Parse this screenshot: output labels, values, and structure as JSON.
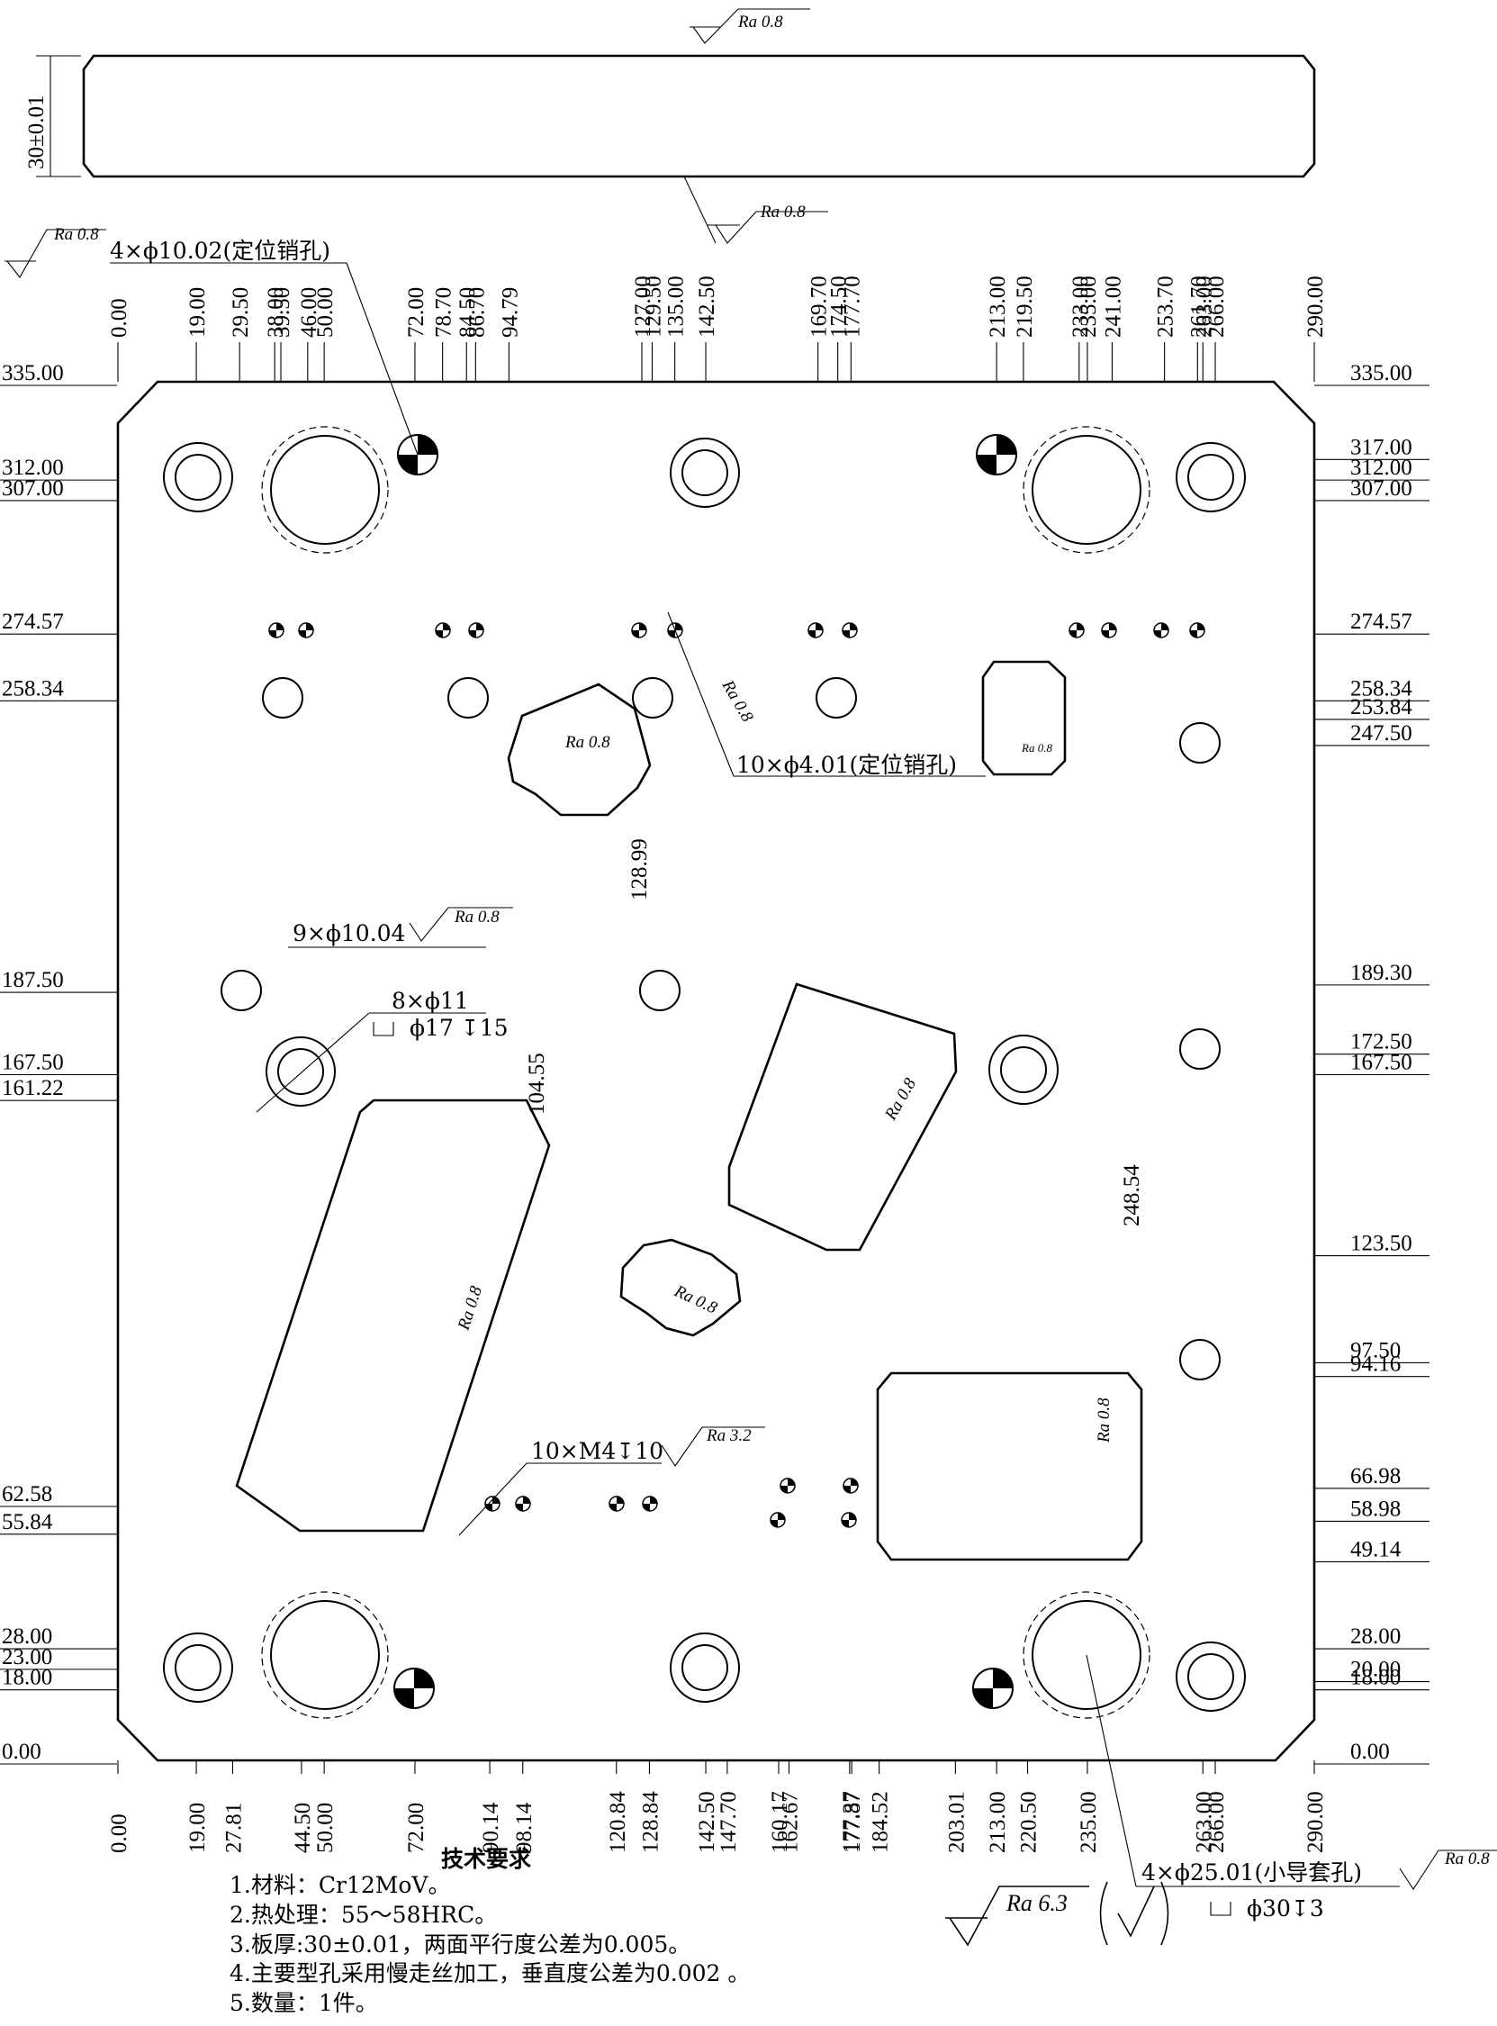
{
  "plate": {
    "side_view": {
      "thickness_dim": "30±0.01",
      "surface_top": "Ra 0.8",
      "surface_bottom": "Ra 0.8"
    },
    "x_dims_top": [
      "0.00",
      "19.00",
      "29.50",
      "38.00",
      "39.50",
      "46.00",
      "50.00",
      "72.00",
      "78.70",
      "84.50",
      "86.70",
      "94.79",
      "127.00",
      "129.50",
      "135.00",
      "142.50",
      "169.70",
      "174.50",
      "177.70",
      "213.00",
      "219.50",
      "233.00",
      "235.00",
      "241.00",
      "253.70",
      "261.70",
      "263.00",
      "266.00",
      "290.00"
    ],
    "x_dims_bottom": [
      "0.00",
      "19.00",
      "27.81",
      "44.50",
      "50.00",
      "72.00",
      "90.14",
      "98.14",
      "120.84",
      "128.84",
      "142.50",
      "147.70",
      "160.17",
      "162.67",
      "177.37",
      "177.87",
      "184.52",
      "203.01",
      "213.00",
      "220.50",
      "235.00",
      "263.00",
      "266.00",
      "290.00"
    ],
    "y_dims_left": [
      "335.00",
      "312.00",
      "307.00",
      "274.57",
      "258.34",
      "187.50",
      "167.50",
      "161.22",
      "62.58",
      "55.84",
      "28.00",
      "23.00",
      "18.00",
      "0.00"
    ],
    "y_dims_right": [
      "335.00",
      "317.00",
      "312.00",
      "307.00",
      "274.57",
      "258.34",
      "253.84",
      "247.50",
      "189.30",
      "172.50",
      "167.50",
      "123.50",
      "97.50",
      "94.16",
      "66.98",
      "58.98",
      "49.14",
      "28.00",
      "20.00",
      "18.00",
      "0.00"
    ],
    "inner_dims": [
      "128.99",
      "104.55",
      "248.54"
    ],
    "callouts": {
      "dowel_big": "4×ϕ10.02(定位销孔)",
      "dowel_small": "10×ϕ4.01(定位销孔)",
      "holes_9": "9×ϕ10.04",
      "holes_8": "8×ϕ11",
      "counterbore_8": "ϕ17",
      "counterbore_8_depth": "15",
      "tapped": "10×M4",
      "tapped_depth": "10",
      "guide_bush": "4×ϕ25.01(小导套孔)",
      "counterbore_guide": "ϕ30",
      "counterbore_guide_depth": "3"
    },
    "roughness": {
      "ra08": "Ra 0.8",
      "ra32": "Ra 3.2",
      "ra63": "Ra 6.3"
    }
  },
  "tech_req": {
    "title": "技术要求",
    "items": [
      "1.材料：Cr12MoV。",
      "2.热处理：55～58HRC。",
      "3.板厚:30±0.01，两面平行度公差为0.005。",
      "4.主要型孔采用慢走丝加工，垂直度公差为0.002 。",
      "5.数量：1件。"
    ]
  }
}
